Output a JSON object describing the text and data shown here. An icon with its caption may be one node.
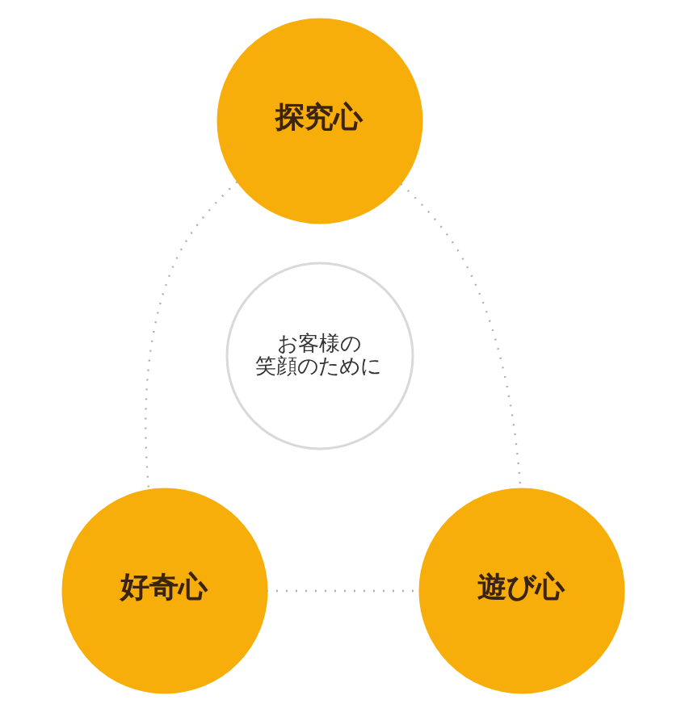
{
  "diagram": {
    "nodes": [
      {
        "text": [
          "探究心"
        ]
      },
      {
        "text": [
          "お客様の笑顔のために"
        ]
      },
      {
        "text": [
          "好奇心"
        ]
      },
      {
        "text": [
          "遊び心"
        ]
      }
    ],
    "edges": [
      {
        "from": 0,
        "to": 2,
        "arrow": "none",
        "style": "dashed"
      },
      {
        "from": 0,
        "to": 3,
        "arrow": "none",
        "style": "dashed"
      },
      {
        "from": 2,
        "to": 3,
        "arrow": "none",
        "style": "dashed"
      }
    ]
  }
}
